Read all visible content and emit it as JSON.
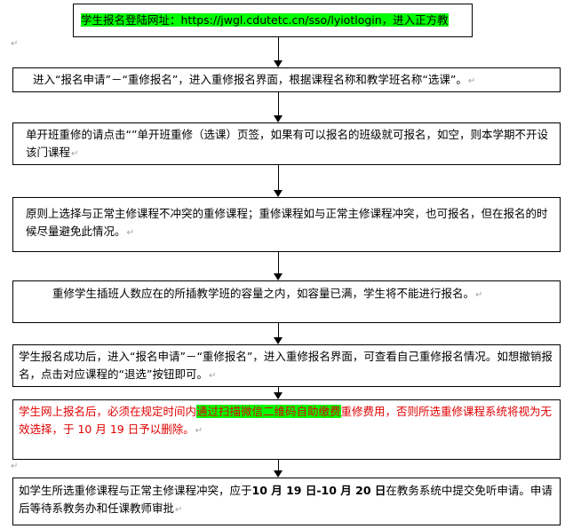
{
  "box1": {
    "text": "学生报名登陆网址：https://jwgl.cdutetc.cn/sso/lyiotlogin，进入正方教"
  },
  "box2": {
    "text": "进入“报名申请”－“重修报名”，进入重修报名界面，根据课程名称和教学班名称“选课”。"
  },
  "box3": {
    "text": "单开班重修的请点击“”单开班重修（选课）页签，如果有可以报名的班级就可报名，如空，则本学期不开设该门课程"
  },
  "box4": {
    "text": "原则上选择与正常主修课程不冲突的重修课程；重修课程如与正常主修课程冲突，也可报名，但在报名的时候尽量避免此情况。"
  },
  "box5": {
    "text": "重修学生插班人数应在的所插教学班的容量之内，如容量已满，学生将不能进行报名。"
  },
  "box6": {
    "text": "学生报名成功后，进入“报名申请”－“重修报名”，进入重修报名界面，可查看自己重修报名情况。如想撤销报名，点击对应课程的“退选”按钮即可。"
  },
  "box7": {
    "part1": "学生网上报名后，必须在规定时间内",
    "highlight": "通过扫描微信二维码自助缴费",
    "part2": "重修费用，否则所选重修课程系统将视为无效选择，于 10 月 19 日予以删除。"
  },
  "box8": {
    "part1": "如学生所选重修课程与正常主修课程冲突，应于",
    "date_range": "10 月 19 日-10 月 20 日",
    "part2": "在教务系统中提交免听申请。申请后等待系教务办和任课教师审批"
  },
  "return_mark": "↵",
  "colors": {
    "highlight": "#00ff00",
    "warning_text": "#e00000",
    "return_mark": "#a0a0a0"
  }
}
